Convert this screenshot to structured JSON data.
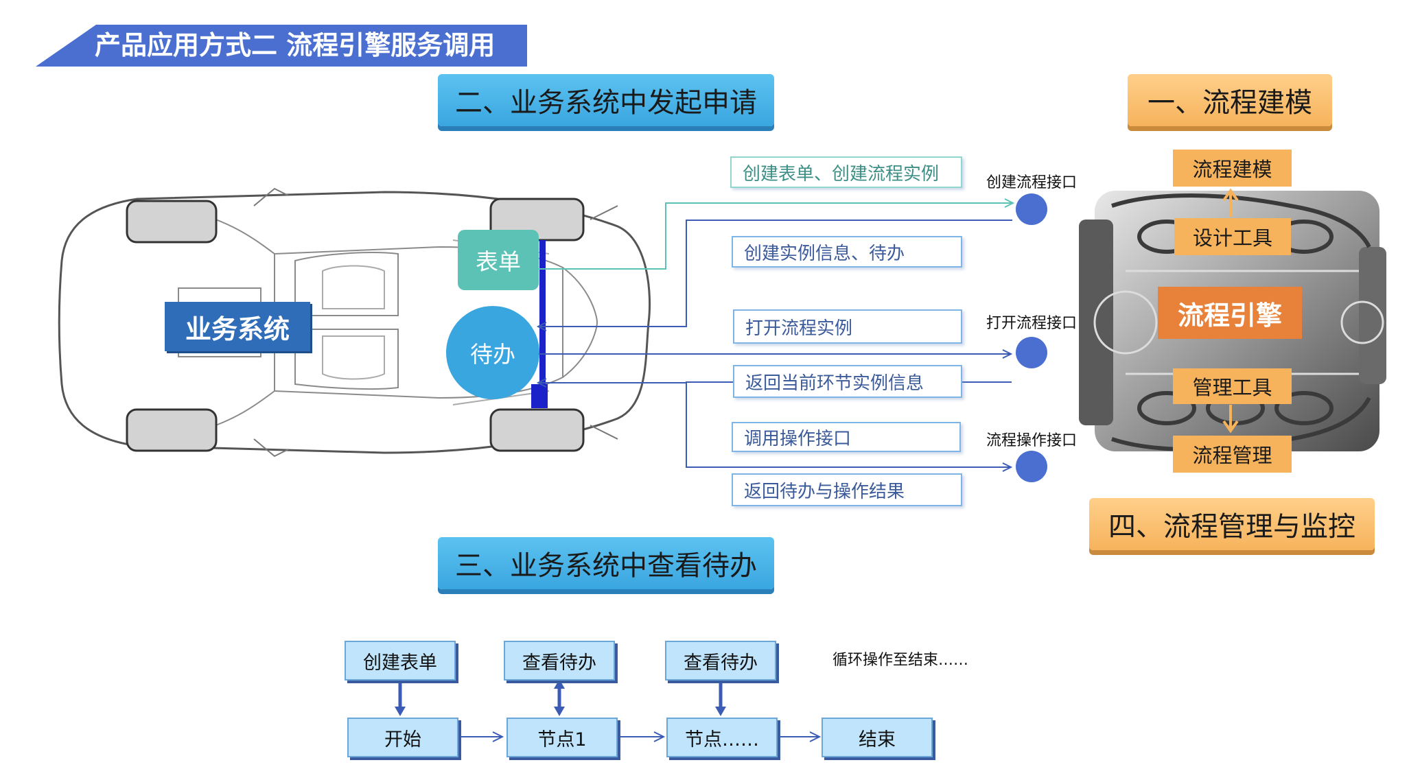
{
  "title": "产品应用方式二 流程引擎服务调用",
  "sections": {
    "apply": "二、业务系统中发起申请",
    "model": "一、流程建模",
    "monitor": "四、流程管理与监控",
    "view": "三、业务系统中查看待办"
  },
  "car": {
    "system_label": "业务系统",
    "form_label": "表单",
    "todo_label": "待办"
  },
  "calls": [
    "创建表单、创建流程实例",
    "创建实例信息、待办",
    "打开流程实例",
    "返回当前环节实例信息",
    "调用操作接口",
    "返回待办与操作结果"
  ],
  "interfaces": [
    "创建流程接口",
    "打开流程接口",
    "流程操作接口"
  ],
  "engine": {
    "top": "流程建模",
    "design": "设计工具",
    "core": "流程引擎",
    "manage": "管理工具",
    "bottom": "流程管理"
  },
  "flow": {
    "top_row": [
      "创建表单",
      "查看待办",
      "查看待办"
    ],
    "bottom_row": [
      "开始",
      "节点1",
      "节点……",
      "结束"
    ],
    "loop_note": "循环操作至结束……"
  },
  "colors": {
    "title_blue": "#4a6fd0",
    "pill_blue": "#3aa6e0",
    "pill_orange": "#f6b35c",
    "form_teal": "#5cc2b6",
    "todo_blue": "#3aa6e0",
    "system_blue": "#2f6db8"
  }
}
